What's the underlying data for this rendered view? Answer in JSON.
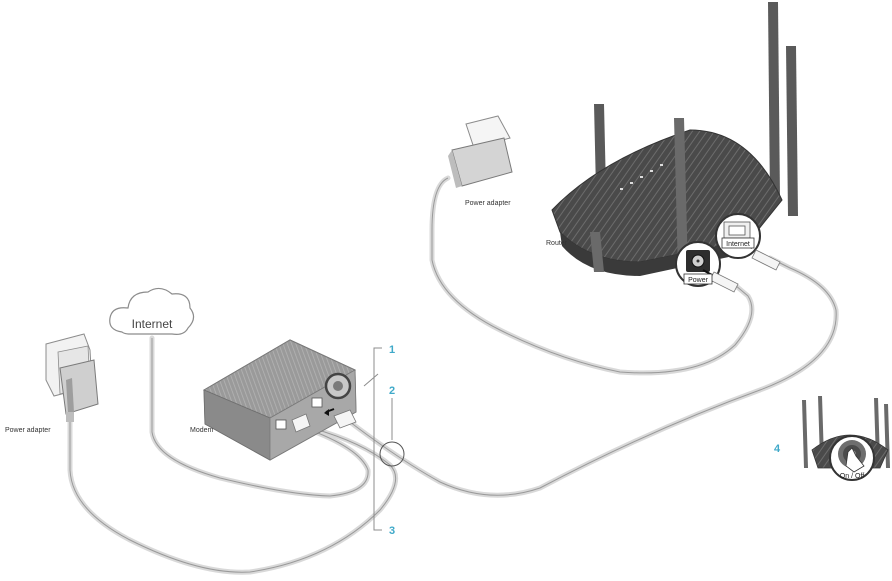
{
  "labels": {
    "internet": "Internet",
    "modem": "Modem",
    "router": "Router",
    "power_adapter_left": "Power adapter",
    "power_adapter_top": "Power adapter",
    "port_power": "Power",
    "port_internet": "Internet",
    "on_off": "On / Off"
  },
  "steps": [
    "1",
    "2",
    "3",
    "4"
  ],
  "colors": {
    "step_accent": "#3fa9c9",
    "device_dark": "#5b5b5b",
    "cable_grey": "#d9d9d9"
  }
}
